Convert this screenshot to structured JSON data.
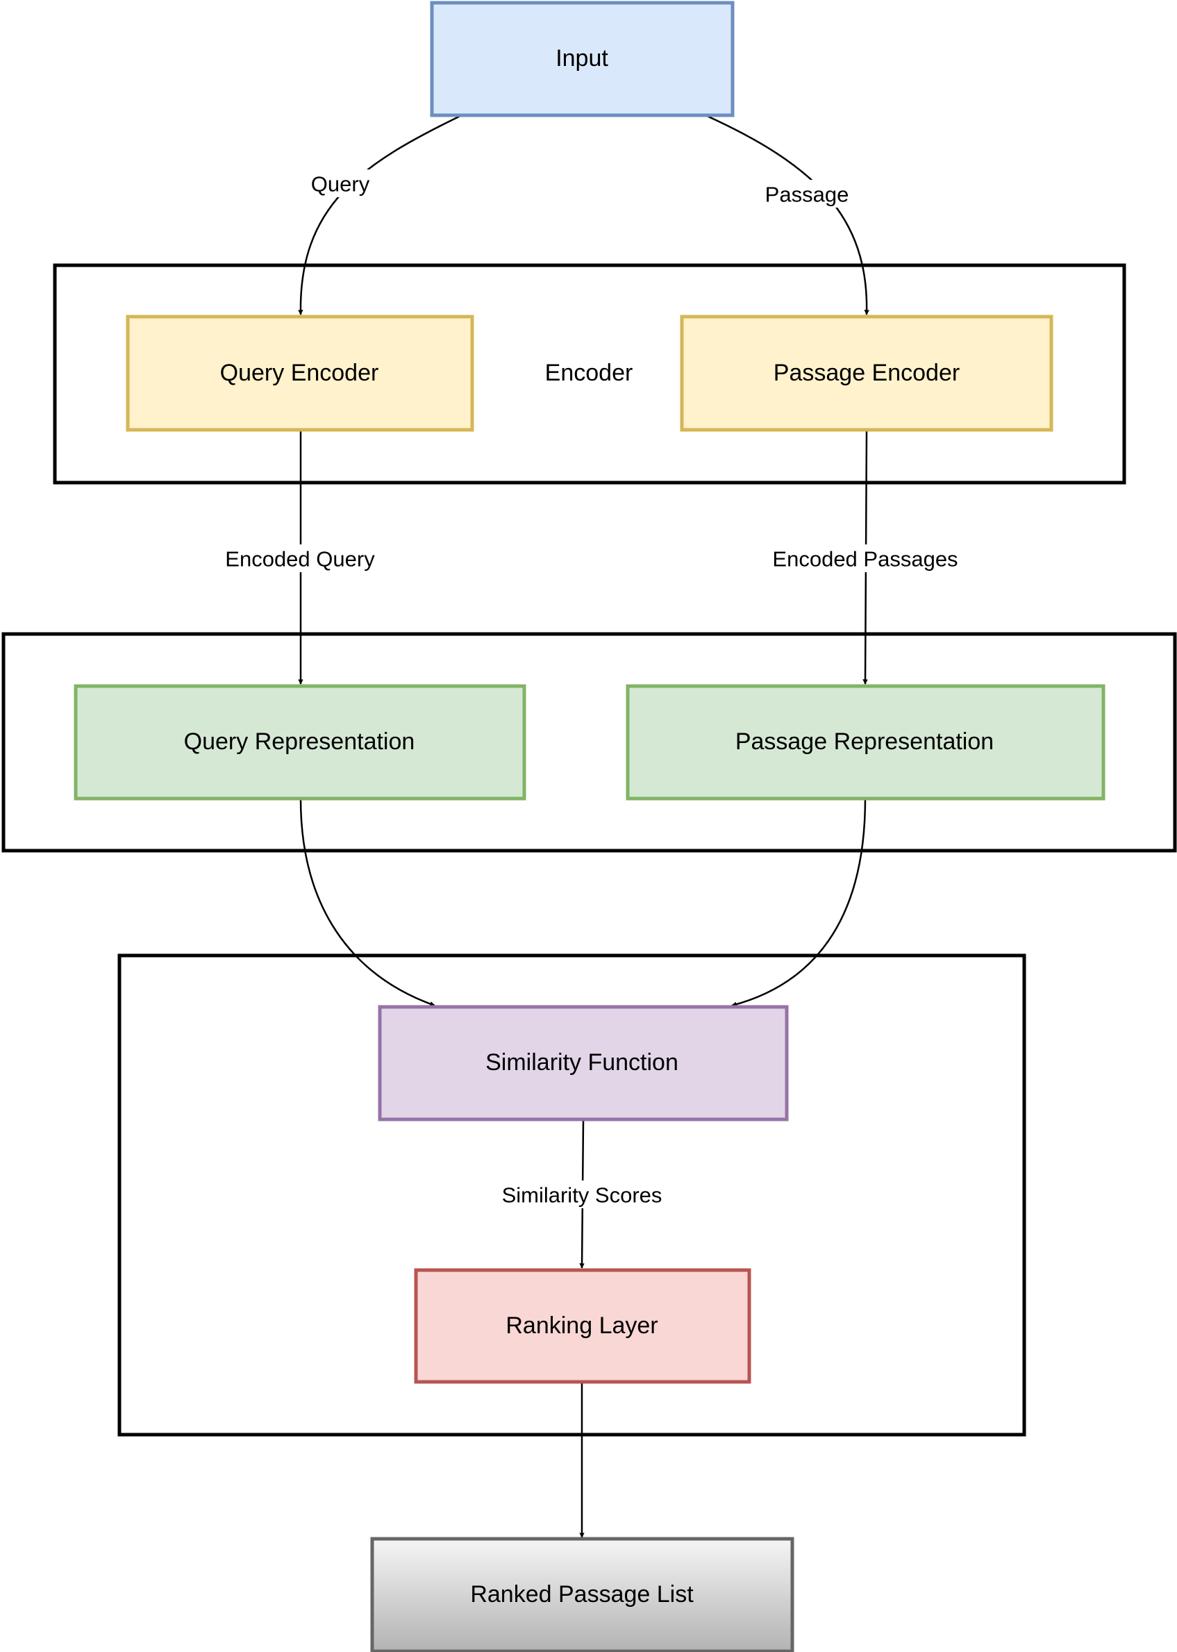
{
  "nodes": {
    "input": {
      "label": "Input",
      "fill": "#dae8fc",
      "stroke": "#6c8ebf"
    },
    "query_encoder": {
      "label": "Query Encoder",
      "fill": "#fff2cc",
      "stroke": "#d6b656"
    },
    "passage_encoder": {
      "label": "Passage Encoder",
      "fill": "#fff2cc",
      "stroke": "#d6b656"
    },
    "query_representation": {
      "label": "Query Representation",
      "fill": "#d5e8d4",
      "stroke": "#82b366"
    },
    "passage_representation": {
      "label": "Passage Representation",
      "fill": "#d5e8d4",
      "stroke": "#82b366"
    },
    "similarity_function": {
      "label": "Similarity Function",
      "fill": "#e1d5e7",
      "stroke": "#9673a6"
    },
    "ranking_layer": {
      "label": "Ranking Layer",
      "fill": "#f8d7d5",
      "stroke": "#b85450"
    },
    "ranked_passage_list": {
      "label": "Ranked Passage List",
      "fill_top": "#f5f5f5",
      "fill_bottom": "#b3b3b3",
      "stroke": "#666666"
    }
  },
  "groups": {
    "encoder": {
      "label": "Encoder"
    },
    "representation": {
      "label": ""
    },
    "ranking": {
      "label": ""
    }
  },
  "edges": {
    "input_to_query_encoder": {
      "label": "Query"
    },
    "input_to_passage_encoder": {
      "label": "Passage"
    },
    "query_encoder_to_representation": {
      "label": "Encoded Query"
    },
    "passage_encoder_to_representation": {
      "label": "Encoded Passages"
    },
    "similarity_to_ranking": {
      "label": "Similarity Scores"
    }
  }
}
